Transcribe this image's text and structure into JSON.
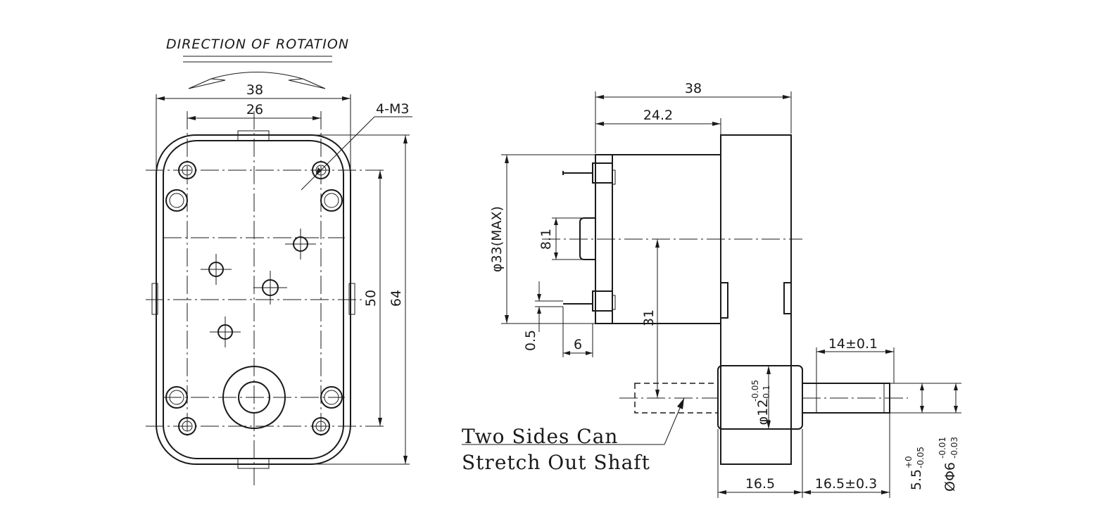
{
  "front_view": {
    "rotation_label": "DIRECTION OF ROTATION",
    "dims": {
      "overall_width": "38",
      "hole_spacing_width": "26",
      "thread_callout": "4-M3",
      "hole_spacing_height": "50",
      "overall_height": "64"
    }
  },
  "side_view": {
    "dims": {
      "overall_length": "38",
      "motor_length": "24.2",
      "motor_diameter": "φ33(MAX)",
      "bump_height": "8.1",
      "terminal_offset": "0.5",
      "terminal_length": "6",
      "shaft_offset": "31",
      "shaft_length": "14±0.1",
      "hub_diameter_base": "φ12",
      "hub_diameter_upper_tol": "-0.05",
      "hub_diameter_lower_tol": "-0.1",
      "gearbox_depth": "16.5",
      "shaft_extension": "16.5±0.3",
      "flat_base": "5.5",
      "flat_upper_tol": "+0",
      "flat_lower_tol": "-0.05",
      "shaft_diameter_base": "ØΦ6",
      "shaft_diameter_upper_tol": "-0.01",
      "shaft_diameter_lower_tol": "-0.03"
    },
    "note_line1": "Two Sides Can",
    "note_line2": "Stretch Out Shaft"
  }
}
